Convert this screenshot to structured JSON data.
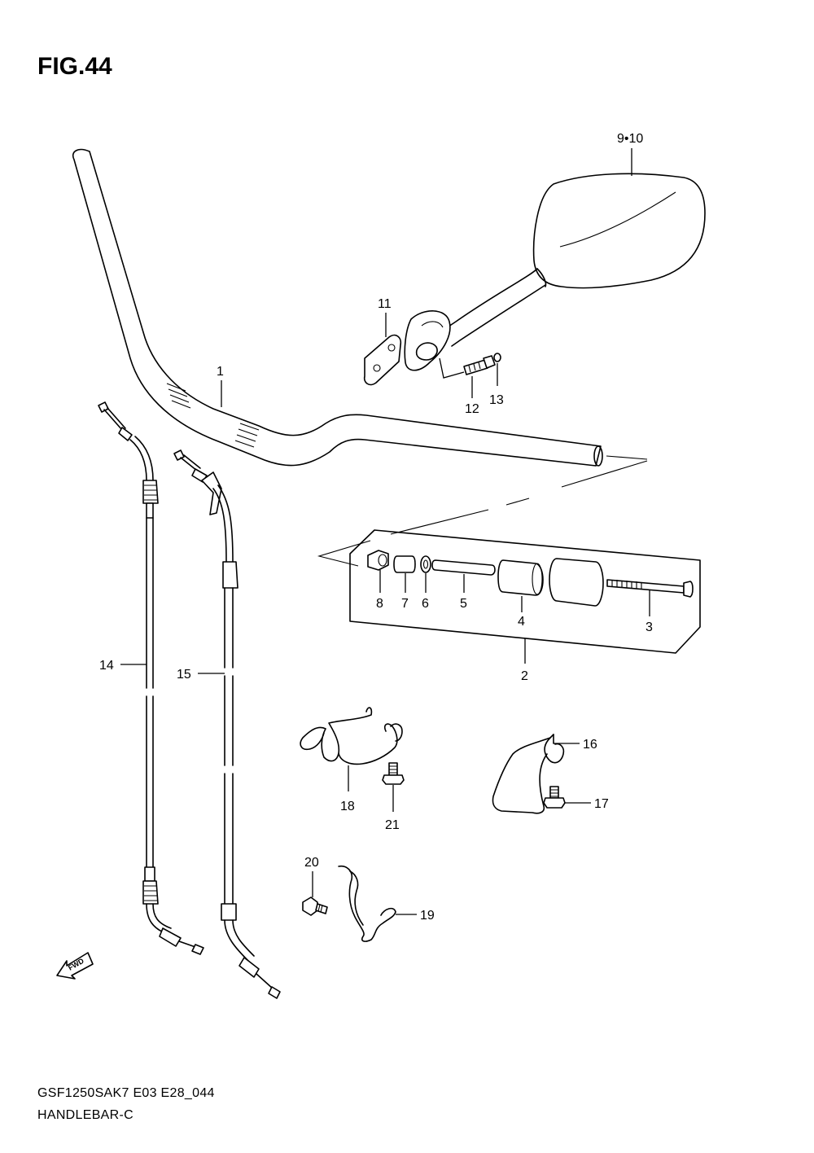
{
  "figure": {
    "title": "FIG.44"
  },
  "callouts": {
    "c1": "1",
    "c2": "2",
    "c3": "3",
    "c4": "4",
    "c5": "5",
    "c6": "6",
    "c7": "7",
    "c8": "8",
    "c9_10": "9•10",
    "c11": "11",
    "c12": "12",
    "c13": "13",
    "c14": "14",
    "c15": "15",
    "c16": "16",
    "c17": "17",
    "c18": "18",
    "c19": "19",
    "c20": "20",
    "c21": "21"
  },
  "fwd_marker": {
    "label": "FWD"
  },
  "footer": {
    "code": "GSF1250SAK7 E03 E28_044",
    "name": "HANDLEBAR-C"
  }
}
